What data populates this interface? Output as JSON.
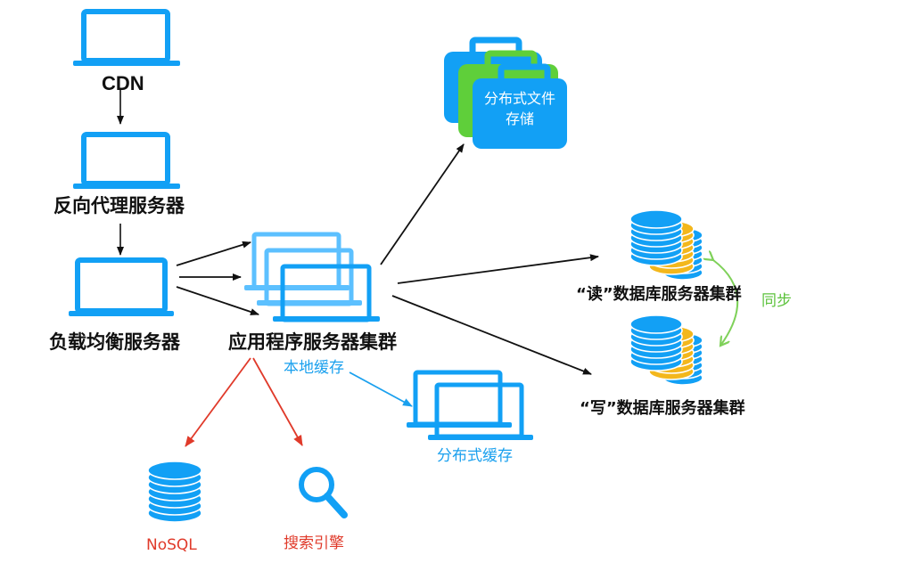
{
  "title": "Website architecture: CDN, reverse proxy, load balancer, app cluster, caches, storage and databases",
  "colors": {
    "icon_blue": "#12a0f5",
    "icon_light_blue": "#5cc0ff",
    "green": "#5fcf3a",
    "gold": "#f3b71c",
    "flow_arrow": "#111111",
    "search_arrow": "#e03a2a",
    "cache_arrow": "#1aa0ee",
    "sync_arrow": "#7fd15a"
  },
  "nodes": {
    "cdn": {
      "label": "CDN",
      "icon": "laptop-icon"
    },
    "reverse_proxy": {
      "label": "反向代理服务器",
      "icon": "laptop-icon"
    },
    "load_balancer": {
      "label": "负载均衡服务器",
      "icon": "laptop-icon"
    },
    "app_cluster": {
      "label": "应用程序服务器集群",
      "icon": "laptop-stack-icon"
    },
    "local_cache": {
      "label": "本地缓存"
    },
    "distributed_cache": {
      "label": "分布式缓存",
      "icon": "laptop-pair-icon"
    },
    "distributed_file_storage": {
      "label_line1": "分布式文件",
      "label_line2": "存储",
      "icon": "briefcase-stack-icon"
    },
    "read_db_cluster": {
      "label": "“读”数据库服务器集群",
      "icon": "database-stack-icon"
    },
    "write_db_cluster": {
      "label": "“写”数据库服务器集群",
      "icon": "database-stack-icon"
    },
    "sync": {
      "label": "同步"
    },
    "nosql": {
      "label": "NoSQL",
      "icon": "database-icon"
    },
    "search_engine": {
      "label": "搜索引擎",
      "icon": "magnifier-icon"
    }
  },
  "edges": [
    {
      "from": "CDN",
      "to": "反向代理服务器",
      "color": "black"
    },
    {
      "from": "反向代理服务器",
      "to": "负载均衡服务器",
      "color": "black"
    },
    {
      "from": "负载均衡服务器",
      "to": "应用程序服务器集群",
      "count": 3,
      "color": "black"
    },
    {
      "from": "应用程序服务器集群",
      "to": "分布式文件存储",
      "color": "black"
    },
    {
      "from": "应用程序服务器集群",
      "to": "“读”数据库服务器集群",
      "color": "black"
    },
    {
      "from": "应用程序服务器集群",
      "to": "“写”数据库服务器集群",
      "color": "black"
    },
    {
      "from": "本地缓存",
      "to": "分布式缓存",
      "color": "blue"
    },
    {
      "from": "应用程序服务器集群",
      "to": "NoSQL",
      "color": "red"
    },
    {
      "from": "应用程序服务器集群",
      "to": "搜索引擎",
      "color": "red"
    },
    {
      "from": "“读”数据库服务器集群",
      "to": "“写”数据库服务器集群",
      "label": "同步",
      "bidirectional": true,
      "color": "green"
    }
  ]
}
